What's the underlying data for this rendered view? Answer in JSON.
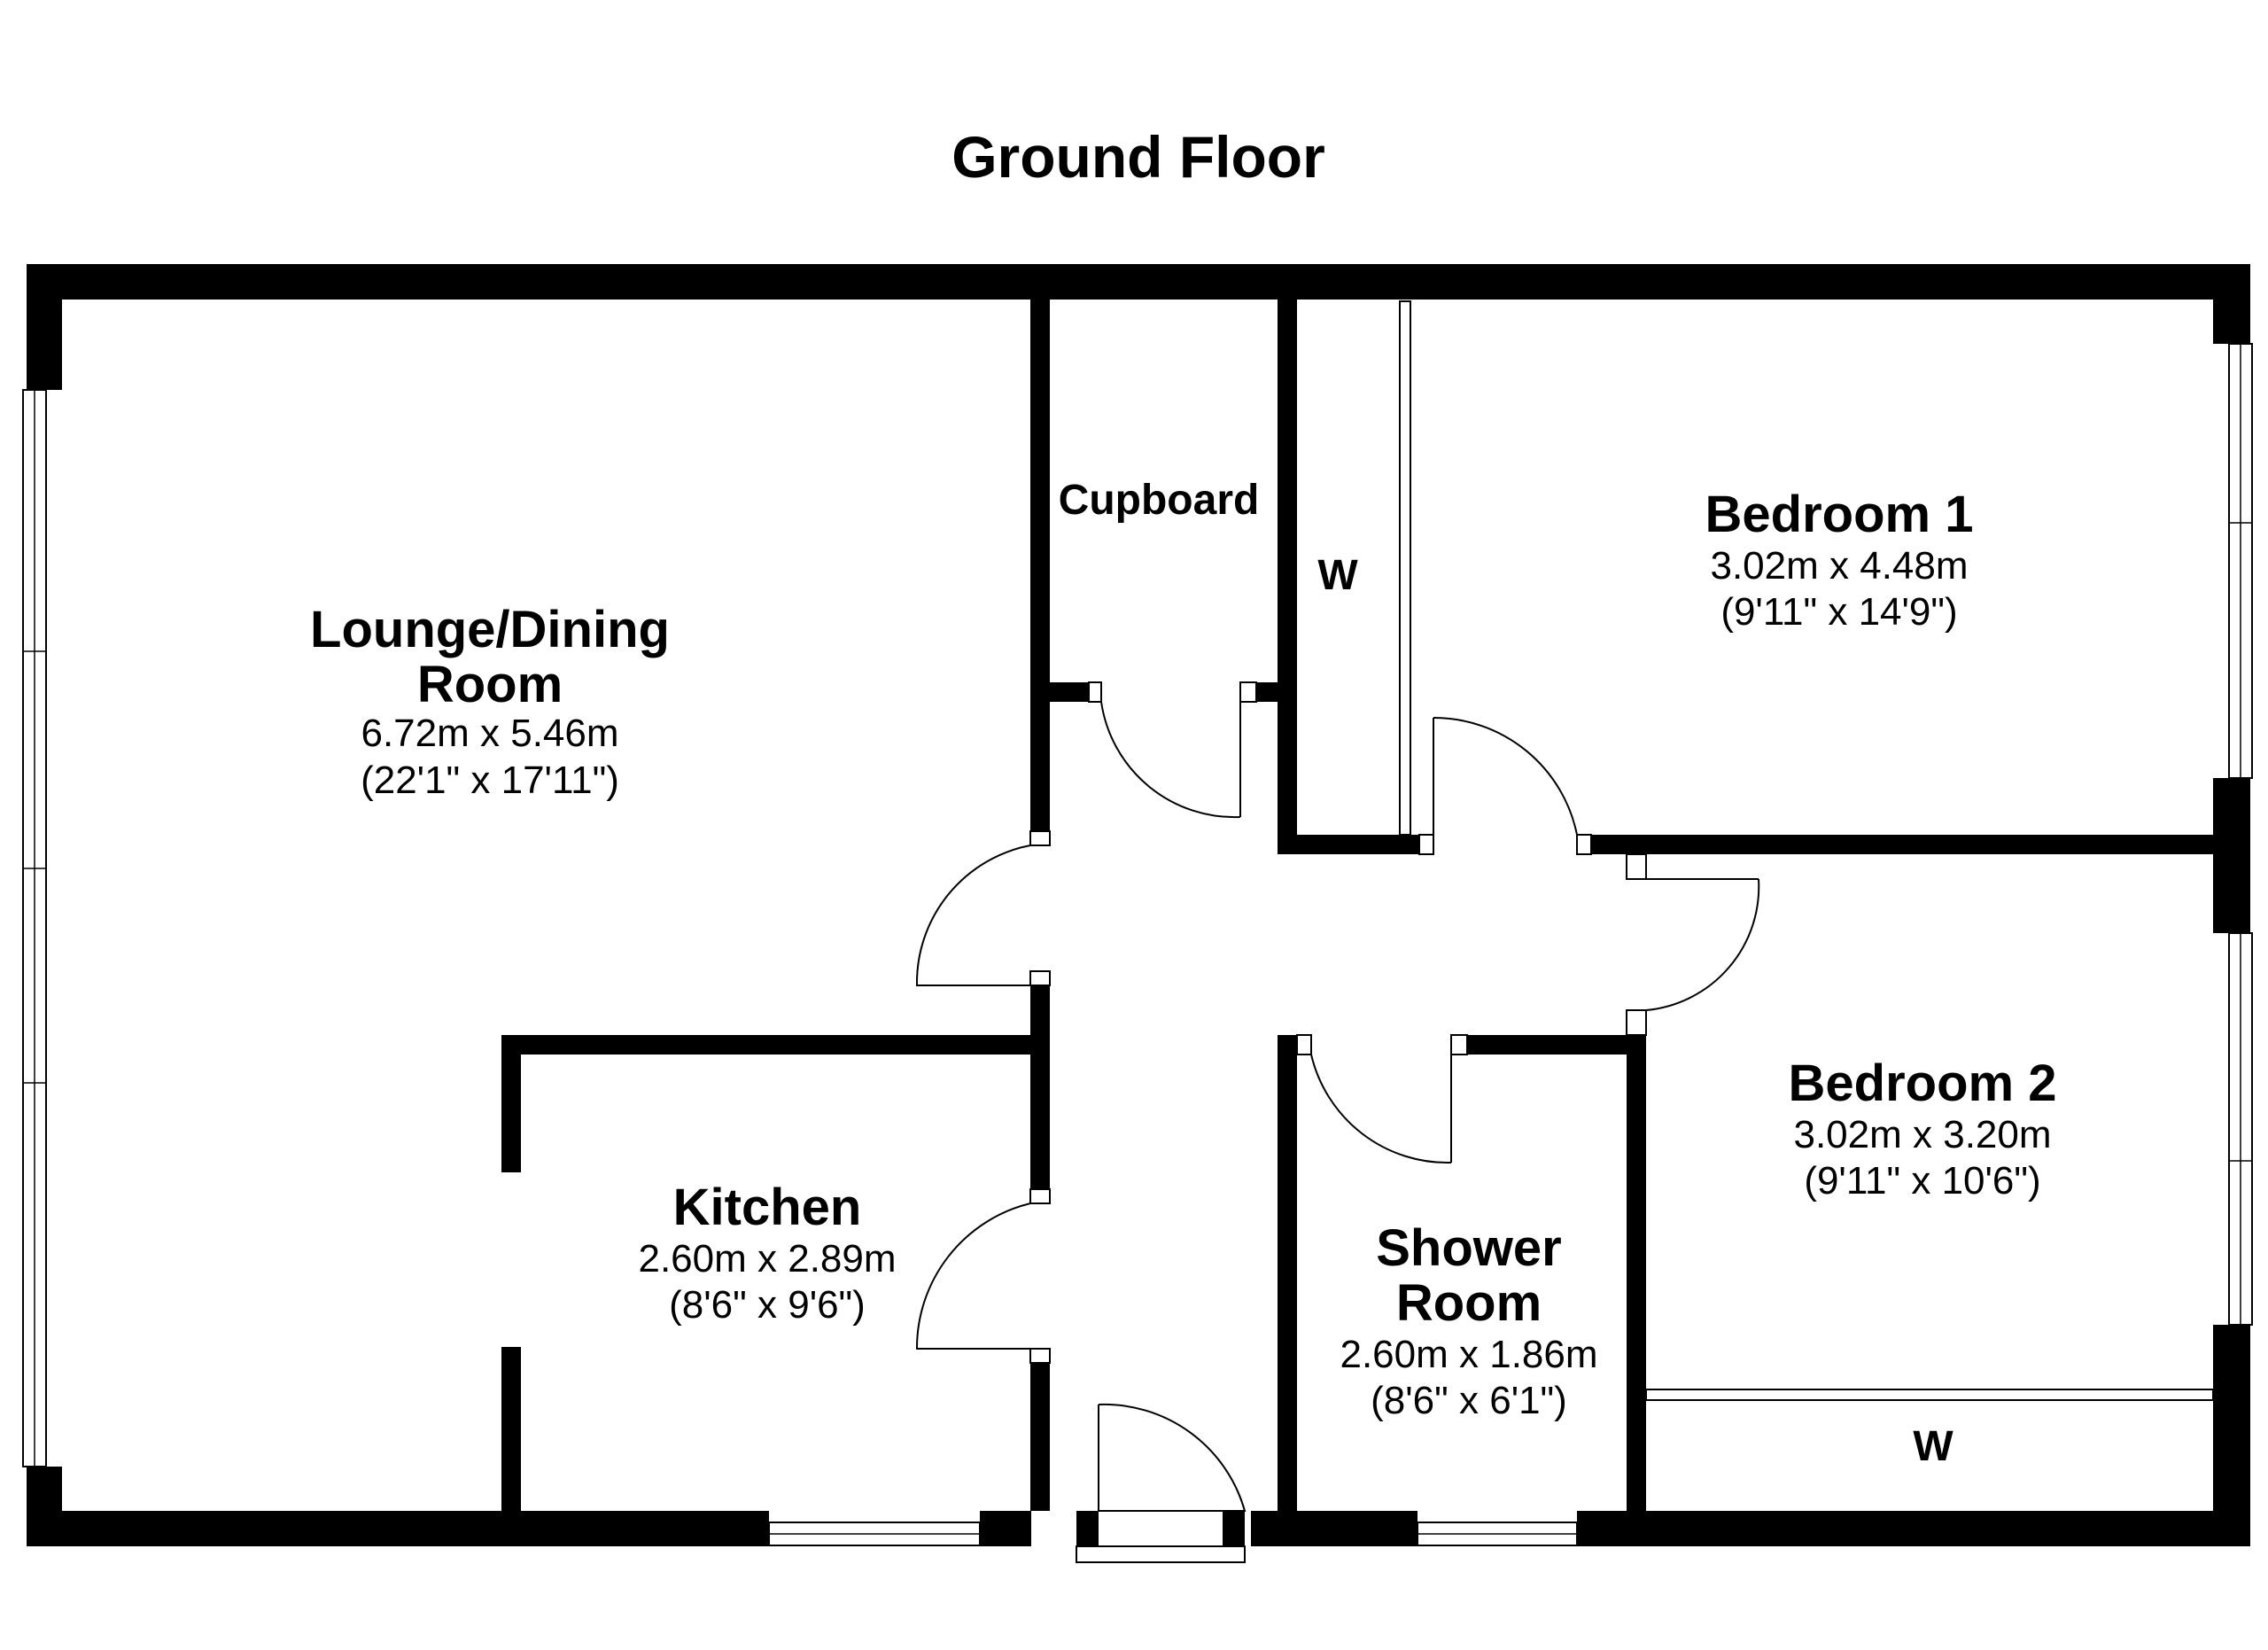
{
  "floor_title": "Ground Floor",
  "rooms": {
    "lounge": {
      "name_line1": "Lounge/Dining",
      "name_line2": "Room",
      "metric": "6.72m x 5.46m",
      "imperial": "(22'1\" x 17'11\")"
    },
    "kitchen": {
      "name": "Kitchen",
      "metric": "2.60m x 2.89m",
      "imperial": "(8'6\" x 9'6\")"
    },
    "cupboard": {
      "name": "Cupboard"
    },
    "bedroom1": {
      "name": "Bedroom 1",
      "metric": "3.02m x 4.48m",
      "imperial": "(9'11\" x 14'9\")"
    },
    "bedroom2": {
      "name": "Bedroom 2",
      "metric": "3.02m x 3.20m",
      "imperial": "(9'11\" x 10'6\")"
    },
    "shower": {
      "name_line1": "Shower",
      "name_line2": "Room",
      "metric": "2.60m x 1.86m",
      "imperial": "(8'6\" x 6'1\")"
    }
  },
  "wardrobes": {
    "bedroom1_label": "W",
    "bedroom2_label": "W"
  },
  "colors": {
    "wall": "#000000",
    "background": "#ffffff"
  }
}
